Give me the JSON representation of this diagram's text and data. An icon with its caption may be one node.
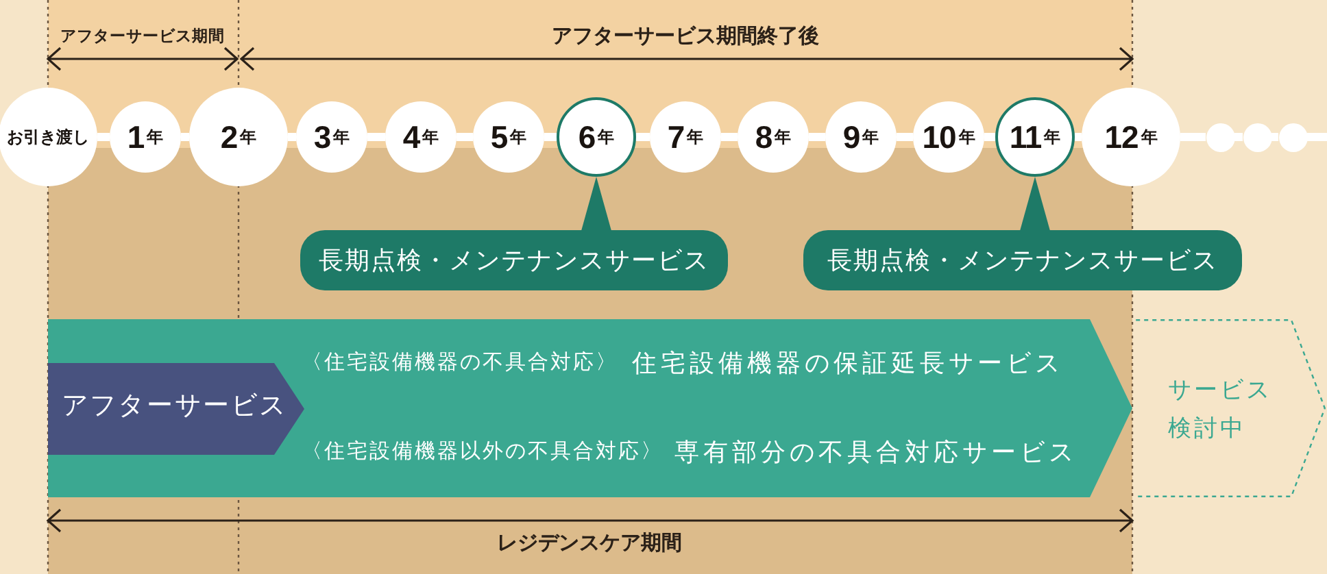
{
  "diagram": {
    "nodes": [
      {
        "text": [
          "お引き渡し"
        ]
      },
      {
        "text": [
          "1年"
        ]
      },
      {
        "text": [
          "2年"
        ]
      },
      {
        "text": [
          "3年"
        ]
      },
      {
        "text": [
          "4年"
        ]
      },
      {
        "text": [
          "5年"
        ]
      },
      {
        "text": [
          "6年"
        ]
      },
      {
        "text": [
          "7年"
        ]
      },
      {
        "text": [
          "8年"
        ]
      },
      {
        "text": [
          "9年"
        ]
      },
      {
        "text": [
          "10年"
        ]
      },
      {
        "text": [
          "11年"
        ]
      },
      {
        "text": [
          "12年"
        ]
      },
      {
        "text": [],
        "shape": "circle"
      },
      {
        "text": [],
        "shape": "circle"
      },
      {
        "text": [],
        "shape": "circle"
      },
      {
        "text": [
          "長期点検・メンテナンスサービス"
        ]
      },
      {
        "text": [
          "長期点検・メンテナンスサービス"
        ]
      },
      {
        "text": [
          "〈住宅設備機器の不具合対応〉",
          "住宅設備機器の保証延長サービス",
          "〈住宅設備機器以外の不具合対応〉",
          "専有部分の不具合対応サービス"
        ]
      },
      {
        "text": [
          "アフターサービス"
        ],
        "in": 18
      },
      {
        "text": [
          "サービス検討中"
        ]
      }
    ],
    "edges": [
      {
        "from": 0,
        "to": 1,
        "arrow": "none"
      },
      {
        "from": 1,
        "to": 2,
        "arrow": "none"
      },
      {
        "from": 2,
        "to": 3,
        "arrow": "none"
      },
      {
        "from": 3,
        "to": 4,
        "arrow": "none"
      },
      {
        "from": 4,
        "to": 5,
        "arrow": "none"
      },
      {
        "from": 5,
        "to": 6,
        "arrow": "none"
      },
      {
        "from": 6,
        "to": 7,
        "arrow": "none"
      },
      {
        "from": 7,
        "to": 8,
        "arrow": "none"
      },
      {
        "from": 8,
        "to": 9,
        "arrow": "none"
      },
      {
        "from": 9,
        "to": 10,
        "arrow": "none"
      },
      {
        "from": 10,
        "to": 11,
        "arrow": "none"
      },
      {
        "from": 11,
        "to": 12,
        "arrow": "none"
      },
      {
        "from": 12,
        "to": 13,
        "arrow": "none"
      },
      {
        "from": 13,
        "to": 14,
        "arrow": "none"
      },
      {
        "from": 14,
        "to": 15,
        "arrow": "none"
      },
      {
        "from": 15,
        "to": null,
        "arrow": "none"
      },
      {
        "from": 16,
        "to": 6,
        "arrow": "to",
        "color": "#1e7a67"
      },
      {
        "from": 17,
        "to": 11,
        "arrow": "to",
        "color": "#1e7a67"
      }
    ],
    "labels": [
      "アフターサービス期間",
      "アフターサービス期間終了後",
      "レジデンスケア期間"
    ]
  }
}
